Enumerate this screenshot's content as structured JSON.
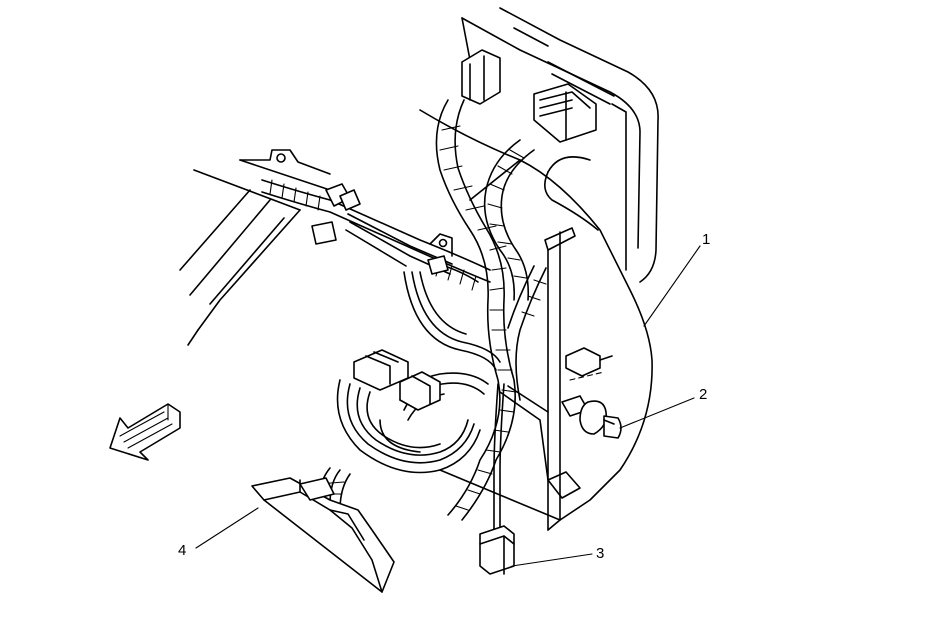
{
  "diagram": {
    "callouts": [
      {
        "id": "1",
        "label": "1"
      },
      {
        "id": "2",
        "label": "2"
      },
      {
        "id": "3",
        "label": "3"
      },
      {
        "id": "4",
        "label": "4"
      }
    ],
    "icons": [
      "forward-direction-arrow-icon"
    ]
  }
}
